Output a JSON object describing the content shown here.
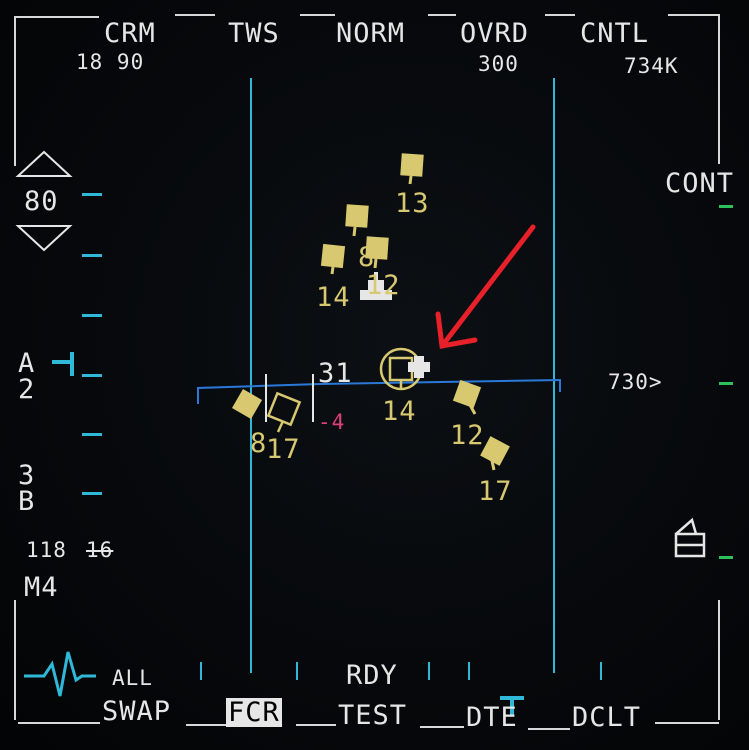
{
  "top": {
    "crm": "CRM",
    "crm_sub": "18  90",
    "tws": "TWS",
    "norm": "NORM",
    "ovrd": "OVRD",
    "ovrd_sub": "300",
    "cntl": "CNTL",
    "cntl_sub": "734K"
  },
  "left": {
    "range": "80",
    "a2_top": "A",
    "a2_bottom": "2",
    "b3_top": "3",
    "b3_bottom": "B",
    "speed": "118",
    "altitude": "16",
    "mode": "M4"
  },
  "right": {
    "cont": "CONT",
    "alt_readout": "730>"
  },
  "center": {
    "heading": "31",
    "steering": "-4"
  },
  "tracks": {
    "t13": "13",
    "t8": "8",
    "t14a": "14",
    "t12a": "12",
    "t14b": "14",
    "t8b": "8",
    "t17a": "17",
    "t12b": "12",
    "t17b": "17"
  },
  "bottom": {
    "all": "ALL",
    "swap": "SWAP",
    "fcr": "FCR",
    "rdy": "RDY",
    "test": "TEST",
    "dte": "DTE",
    "dclt": "DCLT"
  },
  "colors": {
    "cyan": "#2fb8d8",
    "yellow": "#d8c870",
    "red_arrow": "#e8202a",
    "magenta": "#e0407a",
    "green": "#2ec05a",
    "horizon_blue": "#2a78d8"
  }
}
